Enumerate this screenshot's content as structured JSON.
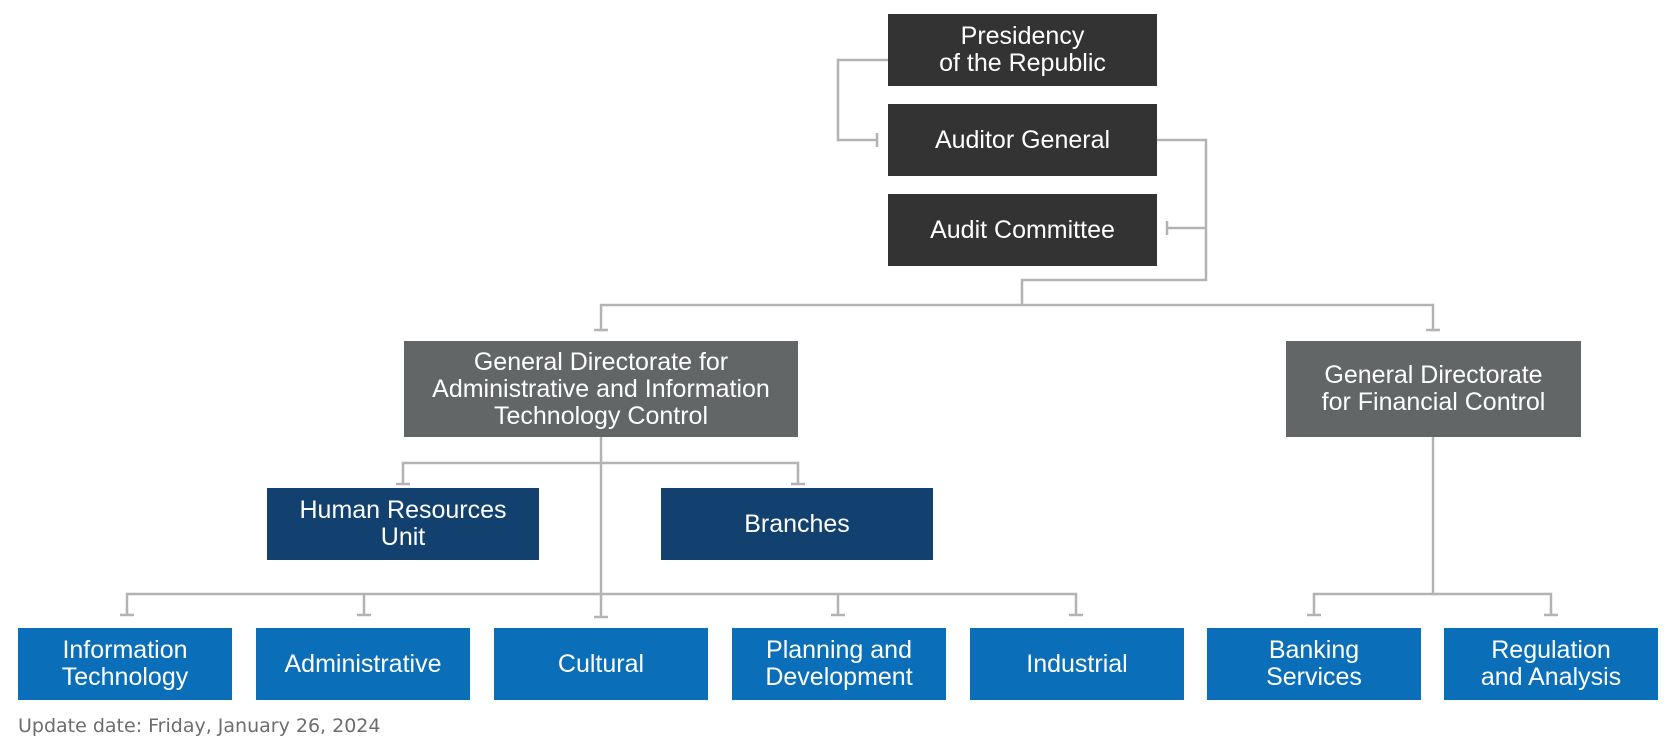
{
  "chart": {
    "nodes": {
      "presidency": "Presidency\nof the Republic",
      "auditor_general": "Auditor General",
      "audit_committee": "Audit Committee",
      "gd_admin_it": "General Directorate for\nAdministrative and Information\nTechnology Control",
      "gd_financial": "General Directorate\nfor Financial Control",
      "human_resources": "Human Resources\nUnit",
      "branches": "Branches",
      "information_technology": "Information\nTechnology",
      "administrative": "Administrative",
      "cultural": "Cultural",
      "planning_development": "Planning and\nDevelopment",
      "industrial": "Industrial",
      "banking_services": "Banking\nServices",
      "regulation_analysis": "Regulation\nand Analysis"
    },
    "colors": {
      "top_level": "#333333",
      "directorate": "#636667",
      "unit": "#12406f",
      "department": "#0a6fb8",
      "connector": "#b3b3b3"
    }
  },
  "footer": {
    "update_date": "Update date: Friday, January 26, 2024"
  }
}
